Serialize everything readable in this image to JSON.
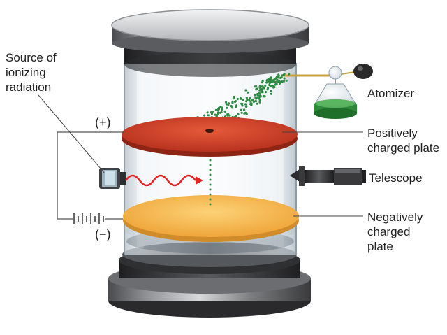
{
  "labels": {
    "source": "Source of\nionizing\nradiation",
    "plus": "(+)",
    "minus": "(−)",
    "atomizer": "Atomizer",
    "positive_plate": "Positively\ncharged plate",
    "telescope": "Telescope",
    "negative_plate": "Negatively\ncharged\nplate"
  },
  "colors": {
    "positive_plate": "#d9472b",
    "negative_plate": "#f7bd55",
    "oil_drops": "#2e8b43",
    "radiation_wave": "#e02424",
    "wire": "#555555",
    "glass": "#dfe8ee",
    "metal_dark": "#3c3c3e"
  },
  "icons": [
    "atomizer-icon",
    "telescope-icon",
    "radiation-source-icon",
    "battery-icon",
    "wave-icon"
  ]
}
